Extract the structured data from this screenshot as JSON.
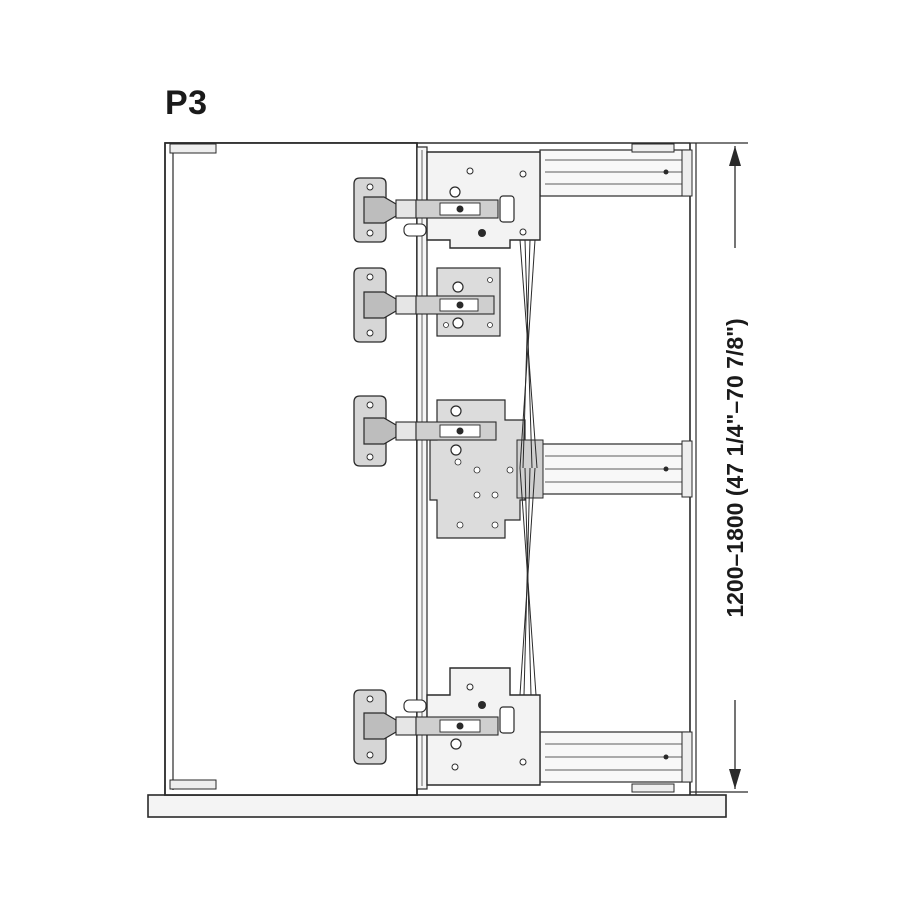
{
  "figure": {
    "label": "P3",
    "dimension_text": "1200–1800 (47 1/4\"–70 7/8\")"
  },
  "components": {
    "hinge_count": 4,
    "cable_crossings": 2
  }
}
